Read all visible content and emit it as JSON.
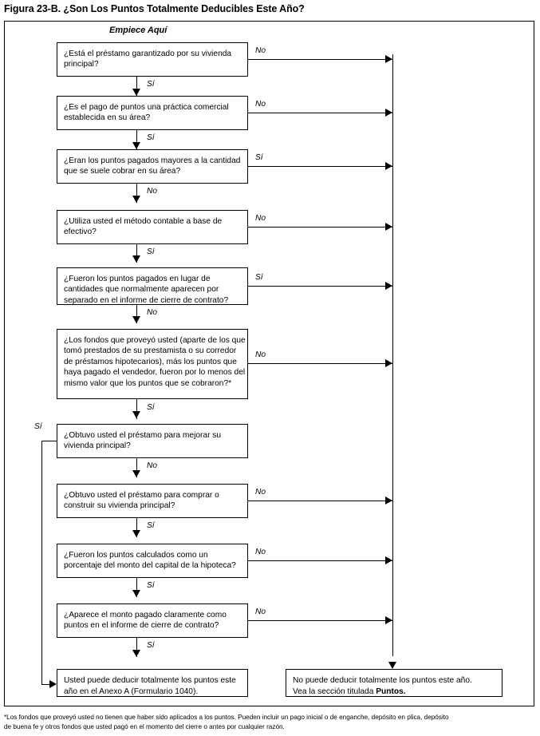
{
  "figure": {
    "title": "Figura 23-B. ¿Son Los Puntos Totalmente Deducibles Este Año?",
    "start_label": "Empiece Aquí"
  },
  "nodes": [
    {
      "id": "q1",
      "text": "¿Está el préstamo garantizado por su vivienda principal?",
      "exit_right_label": "No",
      "exit_down_label": "Sí"
    },
    {
      "id": "q2",
      "text": "¿Es el pago de puntos una práctica comercial establecida en su área?",
      "exit_right_label": "No",
      "exit_down_label": "Sí"
    },
    {
      "id": "q3",
      "text": "¿Eran los puntos pagados mayores a la cantidad que se suele cobrar en su área?",
      "exit_right_label": "Sí",
      "exit_down_label": "No"
    },
    {
      "id": "q4",
      "text": "¿Utiliza usted el método contable a base de efectivo?",
      "exit_right_label": "No",
      "exit_down_label": "Sí"
    },
    {
      "id": "q5",
      "text": "¿Fueron los puntos pagados en lugar de cantidades que normalmente aparecen por separado en el informe de cierre de contrato?",
      "exit_right_label": "Sí",
      "exit_down_label": "No"
    },
    {
      "id": "q6",
      "text": "¿Los fondos que proveyó usted (aparte de los que tomó prestados de su prestamista o su corredor de préstamos hipotecarios), más los puntos que haya pagado el vendedor, fueron por lo menos del mismo valor que los puntos que se cobraron?*",
      "exit_right_label": "No",
      "exit_down_label": "Sí"
    },
    {
      "id": "q7",
      "text": "¿Obtuvo usted el préstamo para mejorar su vivienda principal?",
      "exit_left_label": "Sí",
      "exit_down_label": "No"
    },
    {
      "id": "q8",
      "text": "¿Obtuvo usted el préstamo para comprar o construir su vivienda principal?",
      "exit_right_label": "No",
      "exit_down_label": "Sí"
    },
    {
      "id": "q9",
      "text": "¿Fueron los puntos calculados como un porcentaje del monto del capital de la hipoteca?",
      "exit_right_label": "No",
      "exit_down_label": "Sí"
    },
    {
      "id": "q10",
      "text": "¿Aparece el monto pagado claramente como puntos en el informe de cierre de contrato?",
      "exit_right_label": "No",
      "exit_down_label": "Sí"
    }
  ],
  "outcomes": {
    "deductible": "Usted puede deducir totalmente los puntos este año en el Anexo A (Formulario 1040).",
    "not_deductible_line1": "No puede deducir totalmente los puntos este año.",
    "not_deductible_line2_prefix": "Vea la sección titulada ",
    "not_deductible_line2_bold": "Puntos."
  },
  "footnote": {
    "line1": "*Los fondos que proveyó usted no tienen que haber sido aplicados a los puntos. Pueden incluir un pago inicial o de enganche, depósito en plica, depósito",
    "line2": "de buena fe y otros fondos que usted pagó en el momento del cierre o antes por cualquier razón."
  },
  "colors": {
    "ink": "#000000",
    "paper": "#ffffff"
  }
}
